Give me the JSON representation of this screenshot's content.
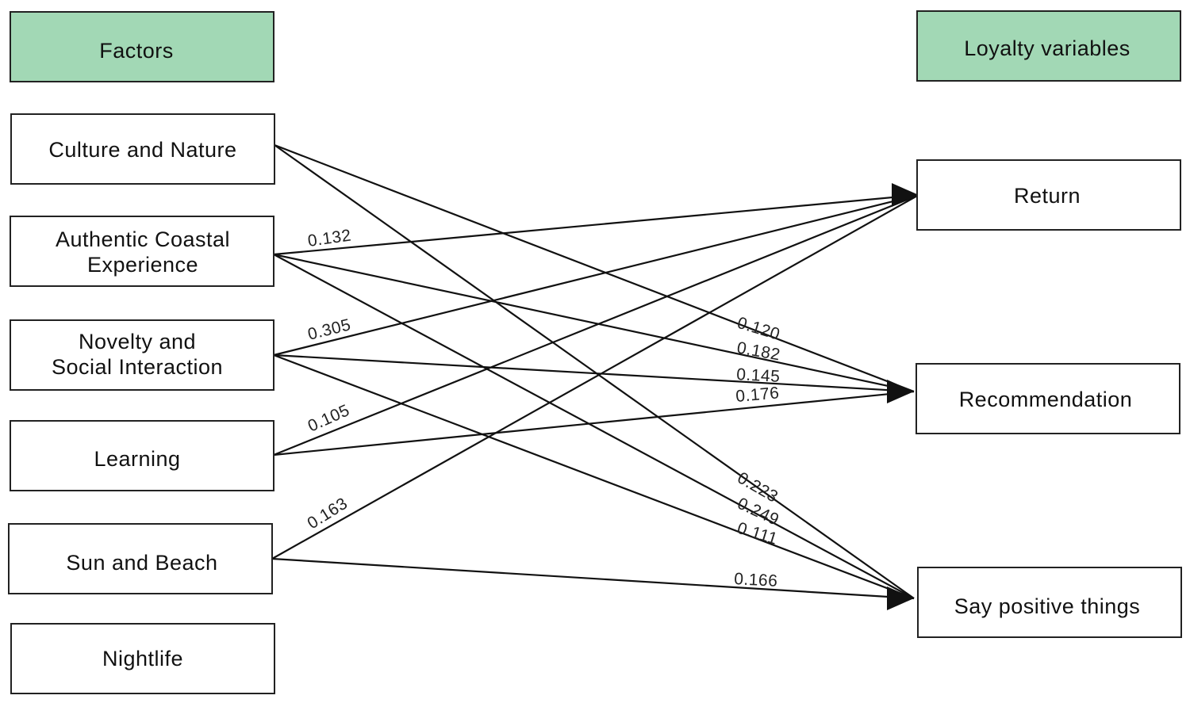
{
  "colors": {
    "header_fill": "#a2d8b5",
    "box_stroke": "#222222",
    "line": "#111111"
  },
  "headers": {
    "factors": "Factors",
    "loyalty": "Loyalty variables"
  },
  "factors": [
    {
      "id": "culture",
      "lines": [
        "Culture and Nature"
      ]
    },
    {
      "id": "authentic",
      "lines": [
        "Authentic Coastal",
        "Experience"
      ]
    },
    {
      "id": "novelty",
      "lines": [
        "Novelty and",
        "Social Interaction"
      ]
    },
    {
      "id": "learning",
      "lines": [
        "Learning"
      ]
    },
    {
      "id": "sun",
      "lines": [
        "Sun and Beach"
      ]
    },
    {
      "id": "nightlife",
      "lines": [
        "Nightlife"
      ]
    }
  ],
  "outcomes": [
    {
      "id": "return",
      "label": "Return"
    },
    {
      "id": "recommendation",
      "label": "Recommendation"
    },
    {
      "id": "say",
      "label": "Say positive things"
    }
  ],
  "paths": [
    {
      "from": "authentic",
      "to": "return",
      "coef": "0.132"
    },
    {
      "from": "novelty",
      "to": "return",
      "coef": "0.305"
    },
    {
      "from": "learning",
      "to": "return",
      "coef": "0.105"
    },
    {
      "from": "sun",
      "to": "return",
      "coef": "0.163"
    },
    {
      "from": "culture",
      "to": "recommendation",
      "coef": "0.120"
    },
    {
      "from": "authentic",
      "to": "recommendation",
      "coef": "0.182"
    },
    {
      "from": "novelty",
      "to": "recommendation",
      "coef": "0.145"
    },
    {
      "from": "learning",
      "to": "recommendation",
      "coef": "0.176"
    },
    {
      "from": "culture",
      "to": "say",
      "coef": "0.223"
    },
    {
      "from": "authentic",
      "to": "say",
      "coef": "0.249"
    },
    {
      "from": "novelty",
      "to": "say",
      "coef": "0.111"
    },
    {
      "from": "sun",
      "to": "say",
      "coef": "0.166"
    }
  ]
}
